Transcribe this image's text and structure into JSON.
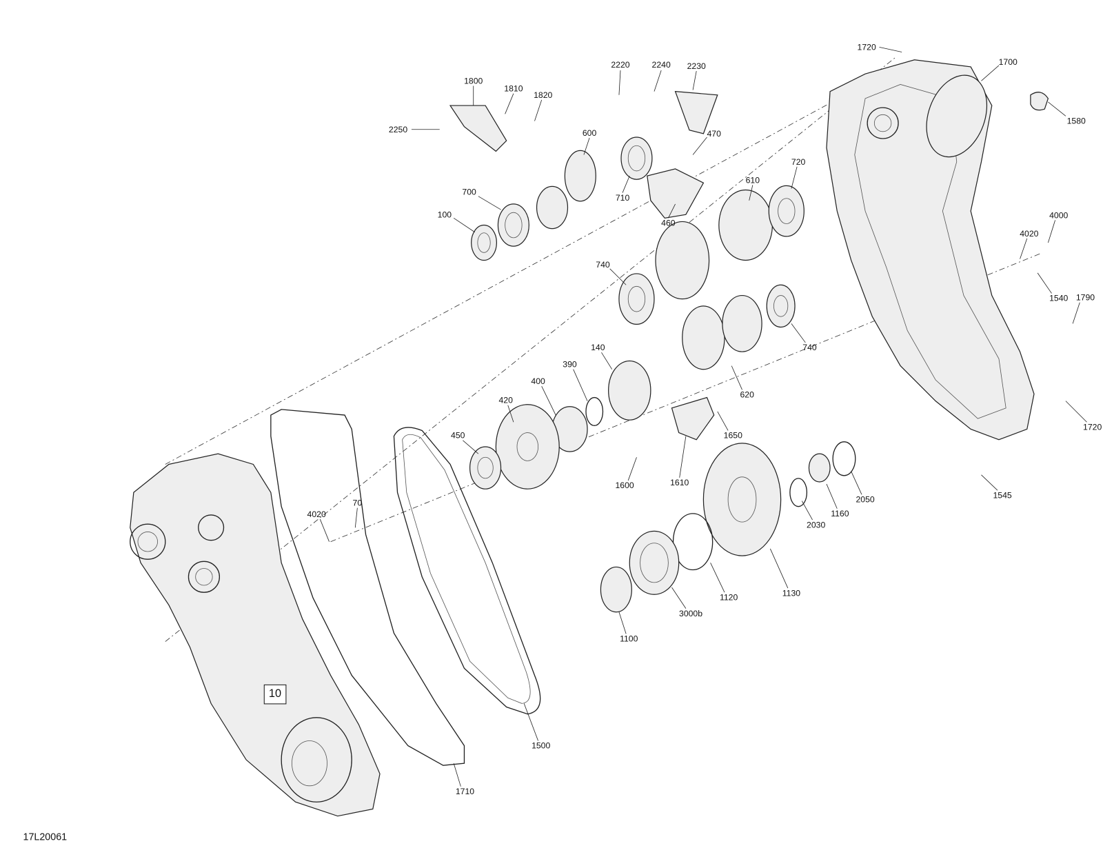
{
  "diagram_ref": "17L20061",
  "group_label": "10",
  "callouts": [
    "1720",
    "1700",
    "1580",
    "2220",
    "2240",
    "2230",
    "1800",
    "1810",
    "1820",
    "2250",
    "600",
    "470",
    "720",
    "710",
    "700",
    "610",
    "100",
    "460",
    "4000",
    "4020",
    "740",
    "1540",
    "1790",
    "740",
    "140",
    "390",
    "400",
    "420",
    "620",
    "1720",
    "450",
    "1650",
    "1600",
    "1610",
    "4020",
    "70",
    "1545",
    "2050",
    "1160",
    "2030",
    "1120",
    "1130",
    "3000b",
    "1100",
    "1500",
    "1710"
  ]
}
